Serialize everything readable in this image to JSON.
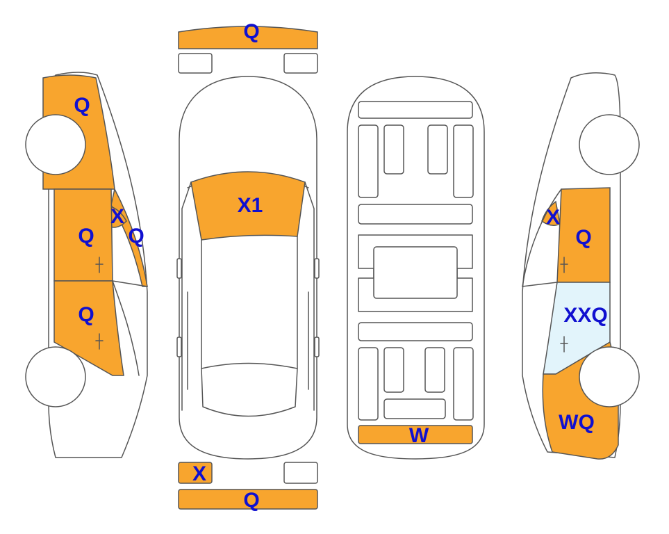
{
  "colors": {
    "damaged": "#F8A52E",
    "special": "#E2F4FB",
    "outline": "#555555",
    "label": "#1010D0",
    "background": "#FFFFFF"
  },
  "labels": {
    "front_bumper": "Q",
    "windshield": "X1",
    "left_headlight": "X",
    "rear_bumper": "Q",
    "trunk_panel": "W",
    "right_front_fender": "Q",
    "right_front_door": "Q",
    "right_rear_door": "Q",
    "right_a_pillar_glass": "X",
    "right_roof_pillar": "Q",
    "left_mirror_glass": "X",
    "left_front_door": "Q",
    "left_rear_door": "XXQ",
    "left_rear_quarter": "WQ"
  }
}
